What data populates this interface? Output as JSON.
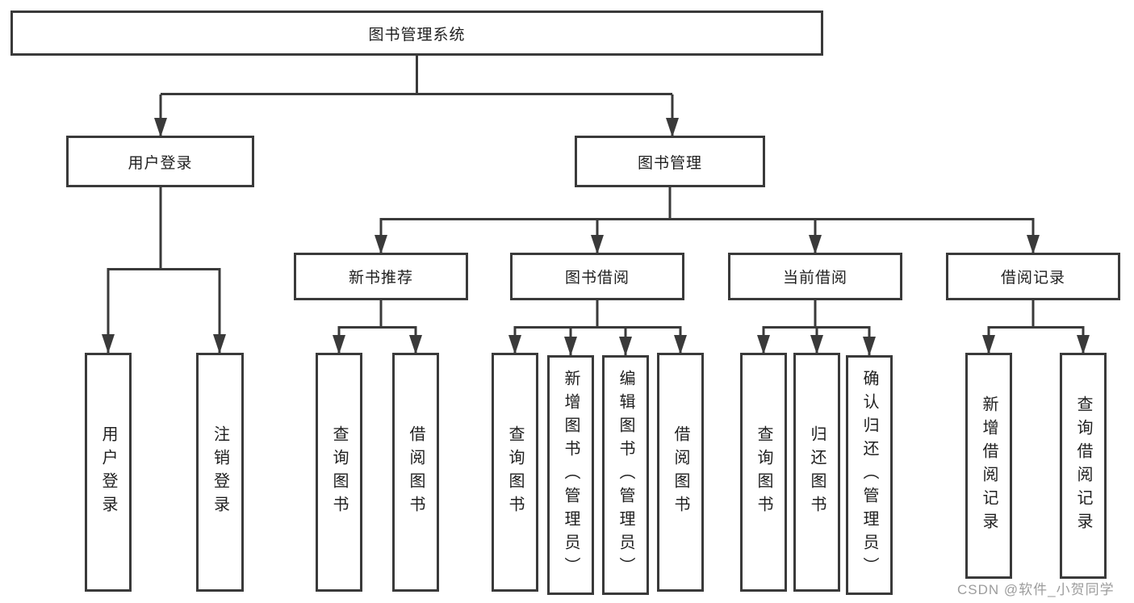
{
  "colors": {
    "line": "#3a3a3a",
    "box_border": "#3a3a3a",
    "text": "#1f1f1f",
    "watermark_text": "#9c9c9c",
    "background": "#ffffff"
  },
  "watermark": "CSDN @软件_小贺同学",
  "diagram": {
    "root": "图书管理系统",
    "branches": [
      {
        "label": "用户登录",
        "children": [
          "用户登录",
          "注销登录"
        ]
      },
      {
        "label": "图书管理",
        "sections": [
          {
            "label": "新书推荐",
            "children": [
              "查询图书",
              "借阅图书"
            ]
          },
          {
            "label": "图书借阅",
            "children": [
              "查询图书",
              "新增图书（管理员）",
              "编辑图书（管理员）",
              "借阅图书"
            ]
          },
          {
            "label": "当前借阅",
            "children": [
              "查询图书",
              "归还图书",
              "确认归还（管理员）"
            ]
          },
          {
            "label": "借阅记录",
            "children": [
              "新增借阅记录",
              "查询借阅记录"
            ]
          }
        ]
      }
    ]
  }
}
